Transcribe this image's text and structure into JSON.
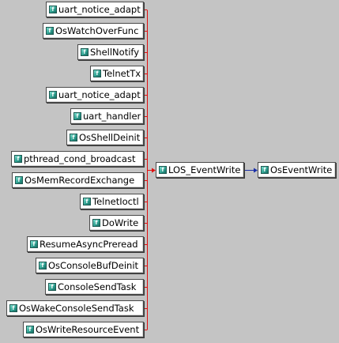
{
  "icon": {
    "name": "function-icon",
    "glyph": "f"
  },
  "callers": [
    {
      "id": "c1",
      "label": "uart_notice_adapt"
    },
    {
      "id": "c2",
      "label": "OsWatchOverFunc"
    },
    {
      "id": "c3",
      "label": "ShellNotify"
    },
    {
      "id": "c4",
      "label": "TelnetTx"
    },
    {
      "id": "c5",
      "label": "uart_notice_adapt"
    },
    {
      "id": "c6",
      "label": "uart_handler"
    },
    {
      "id": "c7",
      "label": "OsShellDeinit"
    },
    {
      "id": "c8",
      "label": "pthread_cond_broadcast"
    },
    {
      "id": "c9",
      "label": "OsMemRecordExchange"
    },
    {
      "id": "c10",
      "label": "TelnetIoctl"
    },
    {
      "id": "c11",
      "label": "DoWrite"
    },
    {
      "id": "c12",
      "label": "ResumeAsyncPreread"
    },
    {
      "id": "c13",
      "label": "OsConsoleBufDeinit"
    },
    {
      "id": "c14",
      "label": "ConsoleSendTask"
    },
    {
      "id": "c15",
      "label": "OsWakeConsoleSendTask"
    },
    {
      "id": "c16",
      "label": "OsWriteResourceEvent"
    }
  ],
  "center": {
    "label": "LOS_EventWrite"
  },
  "callee": {
    "label": "OsEventWrite"
  },
  "colors": {
    "background": "#c4c4c4",
    "caller_edge": "#e01010",
    "callee_edge": "#1a2ea8",
    "node_border": "#4a4a4a",
    "icon_fill": "#2ea191"
  }
}
